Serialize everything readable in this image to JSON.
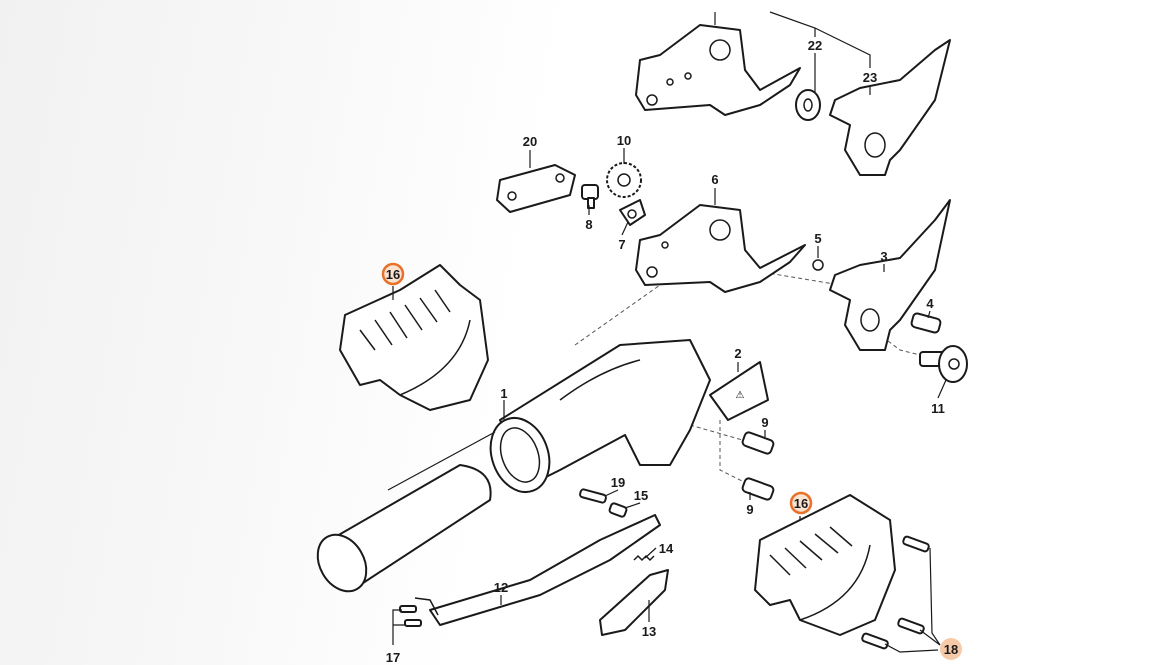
{
  "diagram": {
    "highlight_color": "#e8702a",
    "highlight_fill": "#fbe3d2",
    "secondary_highlight_fill": "#f6c9a8",
    "labels": {
      "p22": "22",
      "p23": "23",
      "p20": "20",
      "p10": "10",
      "p8": "8",
      "p7": "7",
      "p6": "6",
      "p5": "5",
      "p3": "3",
      "p4": "4",
      "p16a": "16",
      "p1": "1",
      "p2": "2",
      "p9a": "9",
      "p11": "11",
      "p9b": "9",
      "p19": "19",
      "p15": "15",
      "p14": "14",
      "p12": "12",
      "p13": "13",
      "p17": "17",
      "p16b": "16",
      "p18": "18"
    }
  }
}
